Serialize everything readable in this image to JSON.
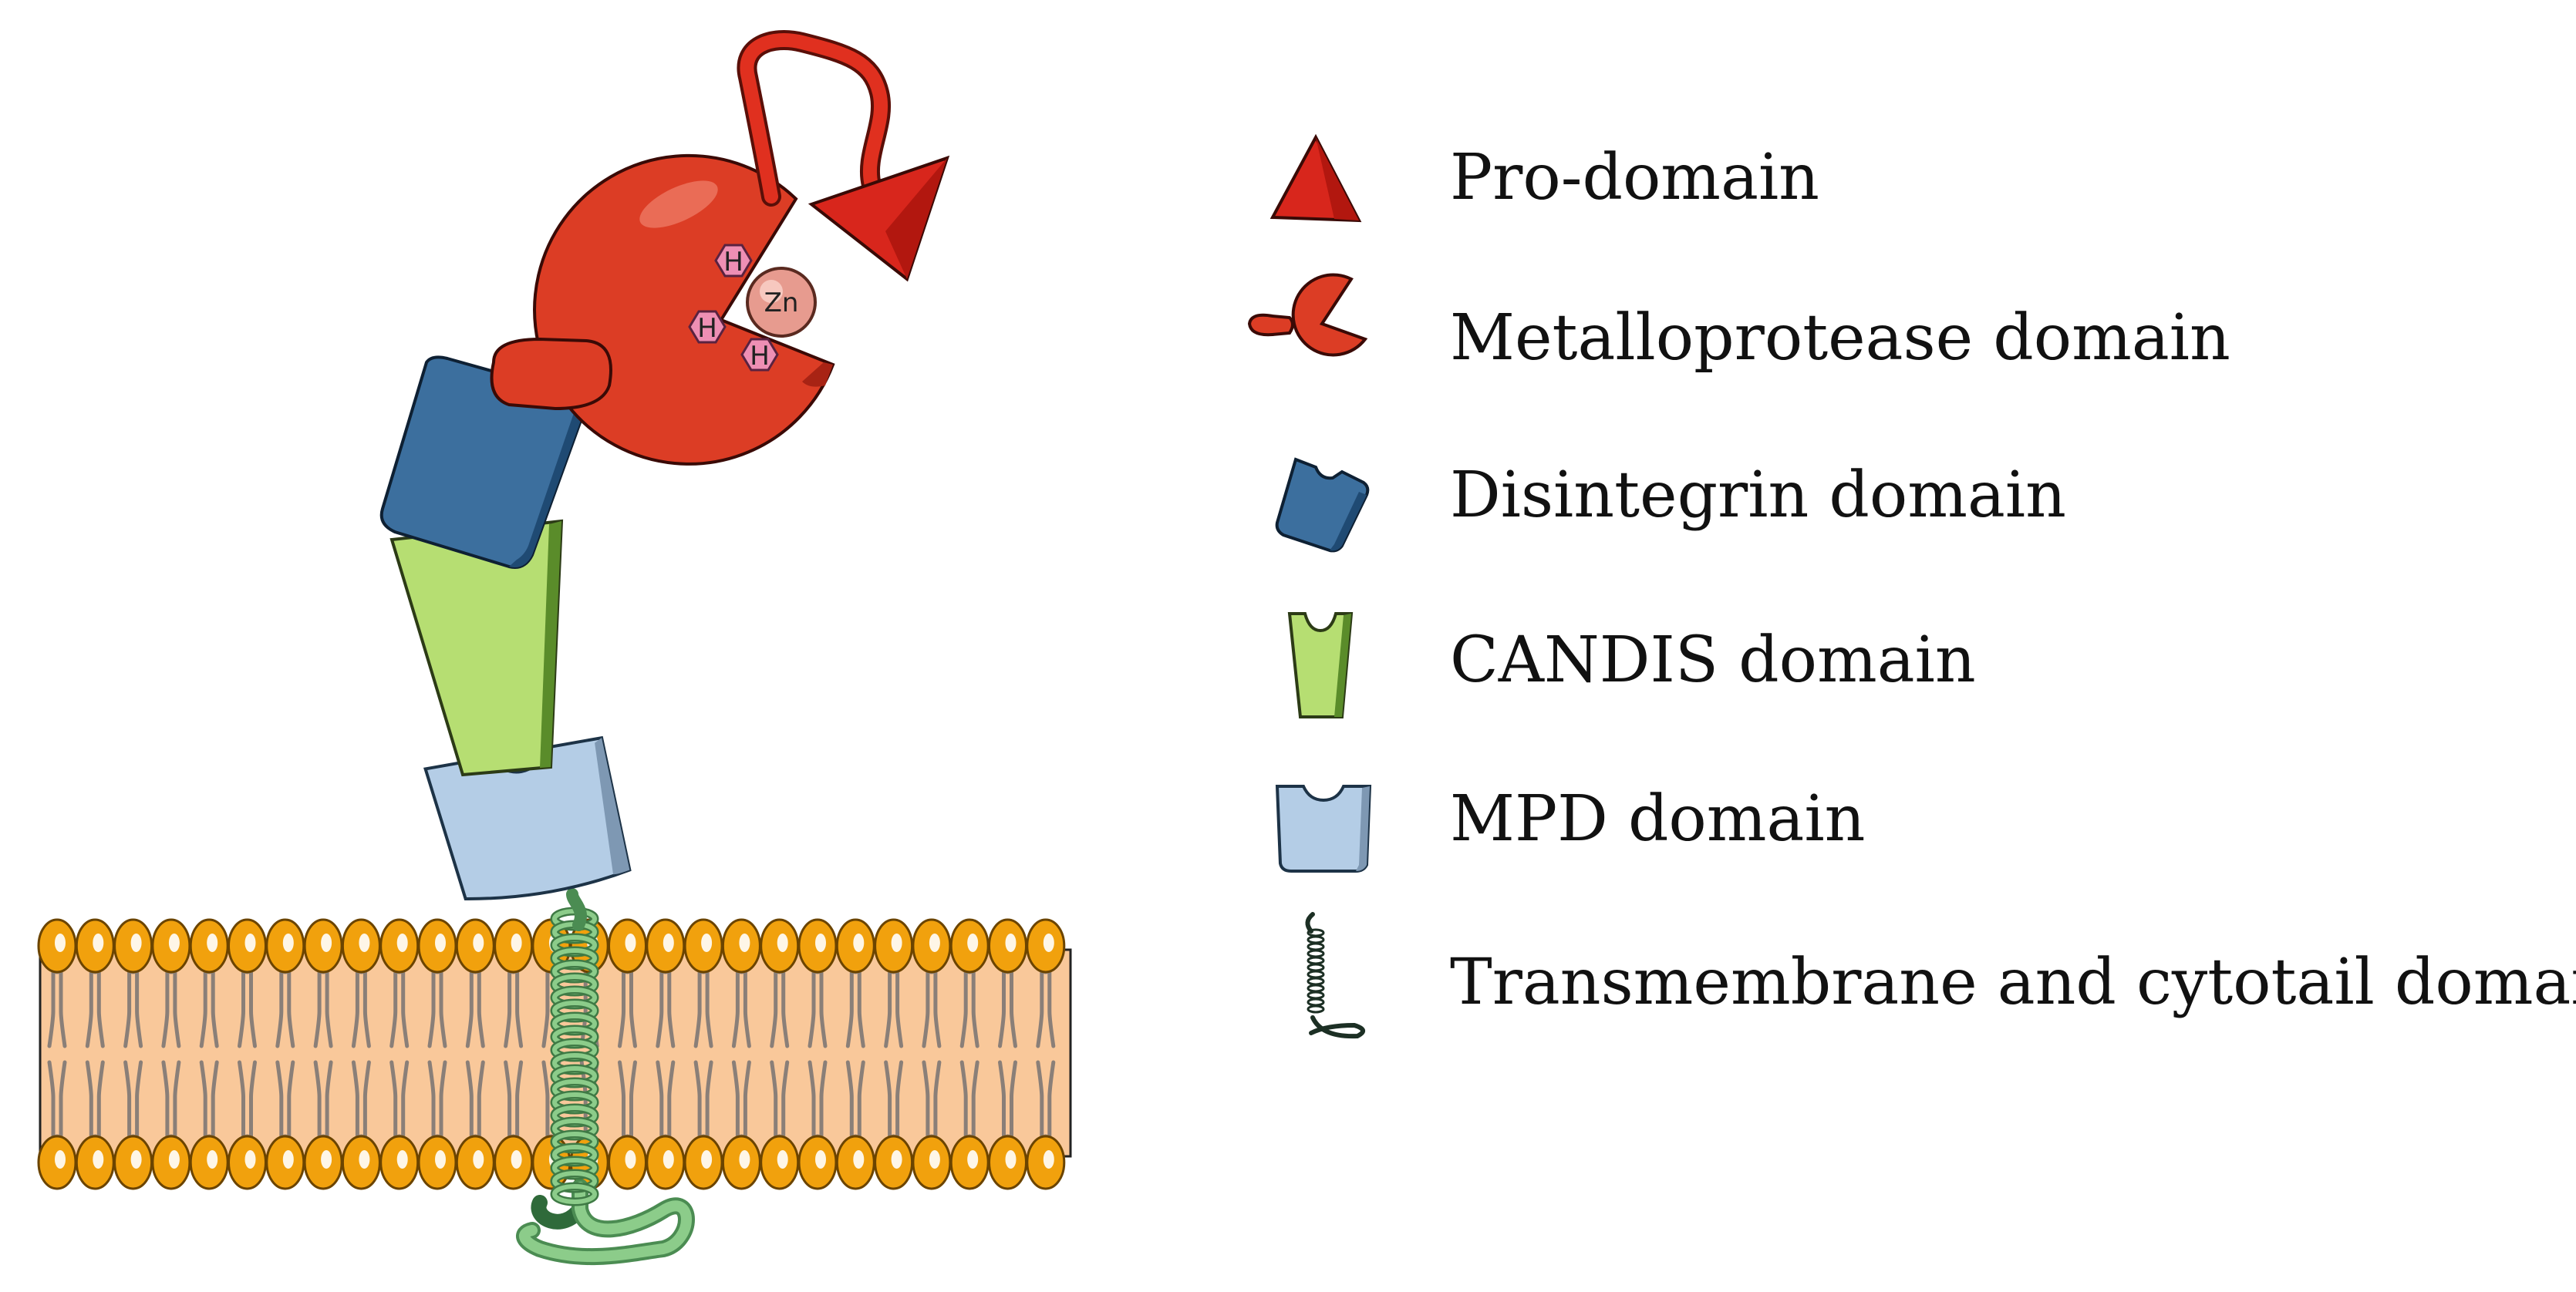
{
  "figure": {
    "zinc_label": "Zn",
    "histidine_label": "H",
    "colors": {
      "pro_domain": "#d8261c",
      "metalloprotease_domain": "#dc3d25",
      "disintegrin_domain": "#3c6f9e",
      "candis_domain": "#b6de72",
      "mpd_domain": "#b4cde6",
      "transmembrane_coil": "#8ccc8a",
      "membrane_fill": "#f9c89a",
      "lipid_head": "#f1a10d",
      "histidine": "#ee8fb4",
      "zinc": "#e79b8f"
    }
  },
  "legend": {
    "items": [
      {
        "label": "Pro-domain",
        "icon": "triangle-icon"
      },
      {
        "label": "Metalloprotease domain",
        "icon": "pacman-icon"
      },
      {
        "label": "Disintegrin domain",
        "icon": "notched-block-icon"
      },
      {
        "label": "CANDIS domain",
        "icon": "trapezoid-icon"
      },
      {
        "label": "MPD domain",
        "icon": "cup-icon"
      },
      {
        "label": "Transmembrane and cytotail domain",
        "icon": "coil-icon"
      }
    ]
  }
}
